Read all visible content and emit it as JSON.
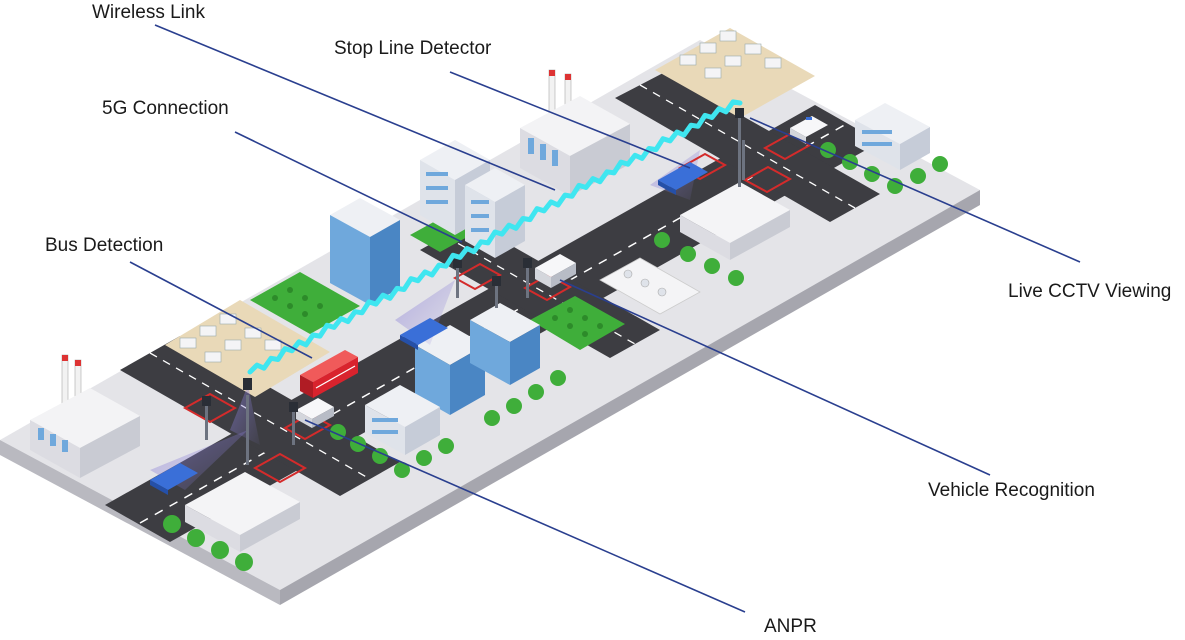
{
  "labels": {
    "wireless_link": "Wireless Link",
    "stop_line_detector": "Stop Line Detector",
    "five_g_connection": "5G Connection",
    "bus_detection": "Bus Detection",
    "live_cctv_viewing": "Live CCTV Viewing",
    "vehicle_recognition": "Vehicle Recognition",
    "anpr": "ANPR"
  },
  "colors": {
    "leader_line": "#2a3f8f",
    "wireless_beam": "#3fe6f0",
    "road": "#3d3d42",
    "ground": "#d8d8dc",
    "grass": "#3fae3a",
    "bus": "#d9232d",
    "car_blue": "#3a6fd8",
    "detection_box": "#d42b2b",
    "building_window": "#6fa8dc"
  },
  "icons": [
    "traffic-signal-icon",
    "camera-icon",
    "bus-icon",
    "car-icon",
    "van-icon",
    "tree-icon",
    "building-icon",
    "factory-icon"
  ]
}
